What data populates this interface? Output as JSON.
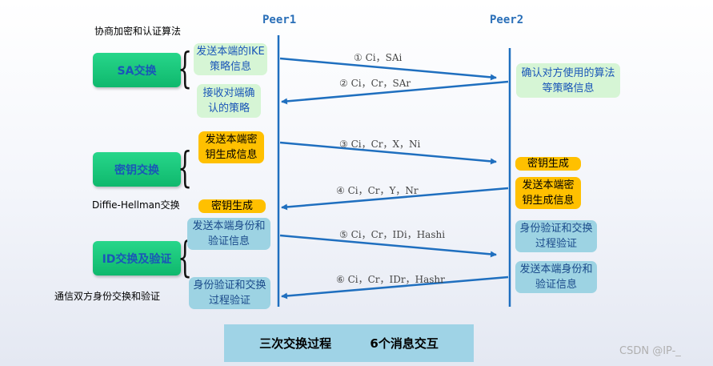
{
  "peers": {
    "left": "Peer1",
    "right": "Peer2"
  },
  "notes": {
    "negotiate": "协商加密和认证算法",
    "dh": "Diffie-Hellman交换",
    "identity": "通信双方身份交换和验证"
  },
  "phases": {
    "sa": "SA交换",
    "key": "密钥交换",
    "id": "ID交换及验证"
  },
  "left_boxes": {
    "b1": "发送本端的IKE策略信息",
    "b2": "接收对端确认的策略",
    "b3": "发送本端密钥生成信息",
    "b4": "密钥生成",
    "b5": "发送本端身份和验证信息",
    "b6": "身份验证和交换过程验证"
  },
  "right_boxes": {
    "b1": "确认对方使用的算法等策略信息",
    "b2": "密钥生成",
    "b3": "发送本端密钥生成信息",
    "b4": "身份验证和交换过程验证",
    "b5": "发送本端身份和验证信息"
  },
  "messages": {
    "m1": "① Ci，SAi",
    "m2": "② Ci，Cr，SAr",
    "m3": "③ Ci，Cr，X，Ni",
    "m4": "④ Ci，Cr，Y，Nr",
    "m5": "⑤ Ci，Cr，IDi，Hashi",
    "m6": "⑥ Ci，Cr，IDr，Hashr"
  },
  "summary": {
    "left": "三次交换过程",
    "right": "6个消息交互"
  },
  "watermark": "CSDN @IP-_",
  "colors": {
    "arrow": "#1f6fbf",
    "phase_green": "#12c47a",
    "gold": "#ffc000",
    "teal": "#9dd3e3",
    "light_green": "#d6f5d5"
  }
}
